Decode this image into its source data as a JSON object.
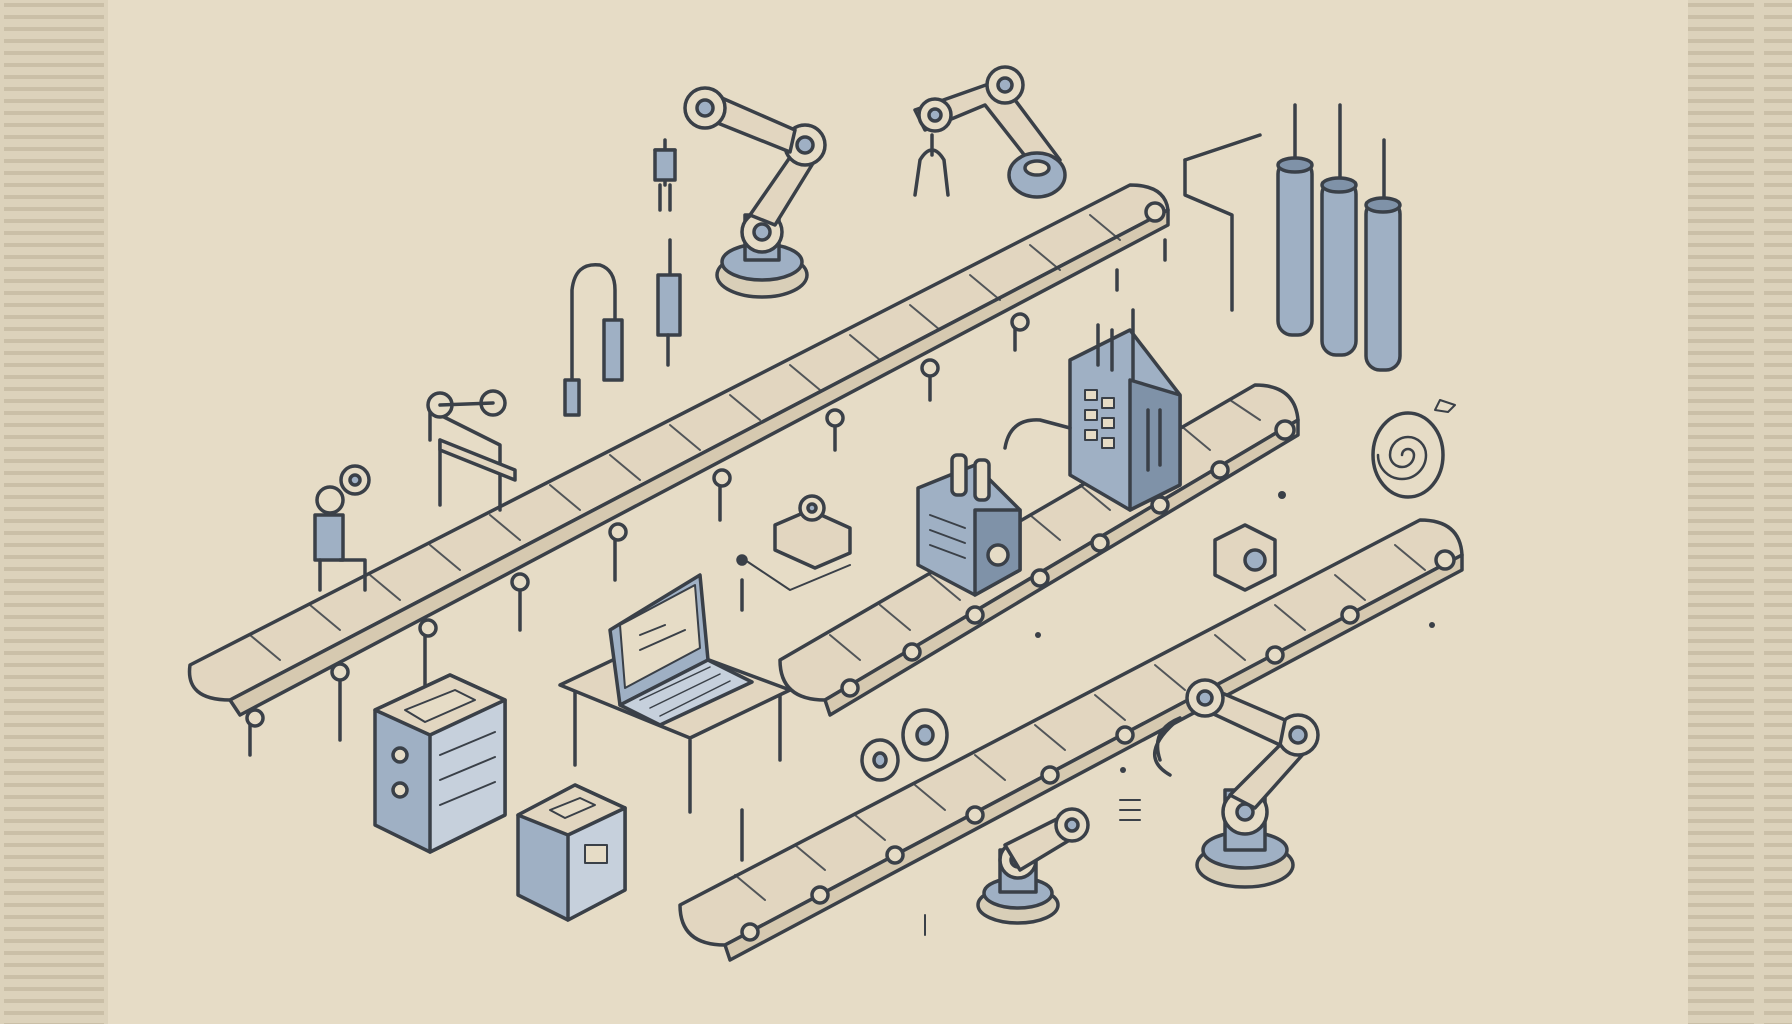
{
  "scene": {
    "palette": {
      "background": "#e6dcc6",
      "side_bands": "#d9cfb8",
      "band_stripe": "#b9ae97",
      "ink": "#3a4048",
      "belt": "#e2d6c0",
      "machine_blue": "#9fb0c4",
      "machine_blue_dark": "#7f92a8",
      "shadow": "#cfc4ad"
    },
    "objects": [
      "conveyor-belt",
      "robot-arm",
      "gripper",
      "sensor-probe",
      "storage-cylinder",
      "control-tower",
      "press-machine",
      "laptop",
      "desk",
      "server-cabinet",
      "storage-box",
      "worker-figure",
      "spiral-roller"
    ]
  }
}
